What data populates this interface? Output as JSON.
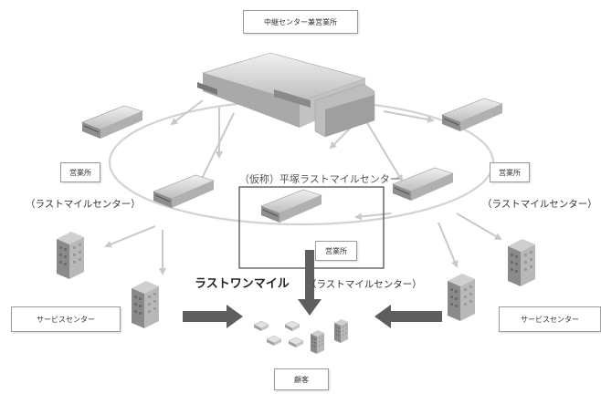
{
  "diagram": {
    "hub_label": "中継センター兼営業所",
    "office_left": "営業所",
    "office_right": "営業所",
    "office_center": "営業所",
    "lastmile_left": "（ラストマイルセンター）",
    "lastmile_right": "（ラストマイルセンター）",
    "lastmile_center": "（ラストマイルセンター）",
    "center_title": "（仮称）平塚ラストマイルセンター",
    "last_one_mile": "ラストワンマイル",
    "service_left": "サービスセンター",
    "service_right": "サービスセンター",
    "customer": "顧客"
  },
  "colors": {
    "loop": "#d3d3d3",
    "thin_arrow": "#c9c9c9",
    "thick_arrow": "#5e5e5e",
    "building_dark": "#8c8c8c",
    "building_light": "#d9d9d9"
  }
}
